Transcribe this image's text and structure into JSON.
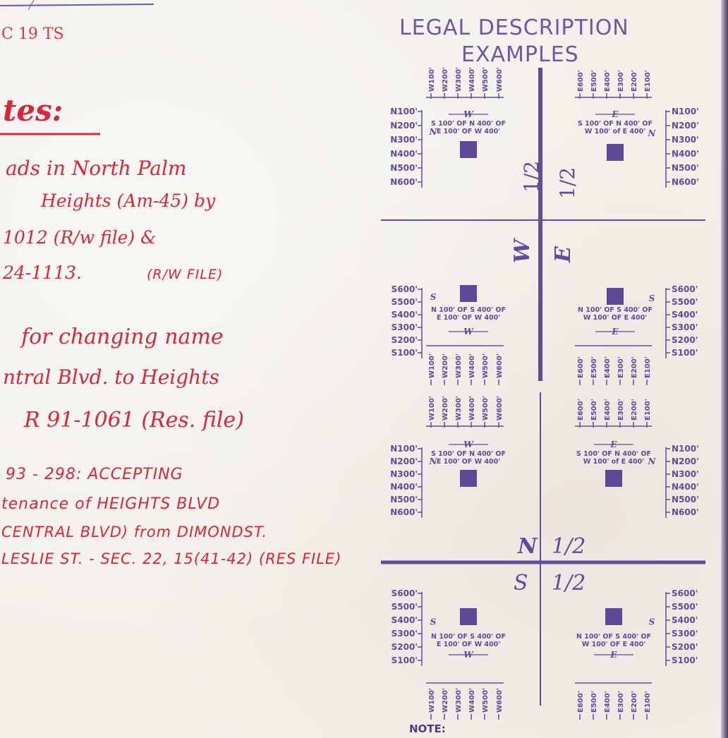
{
  "header": {
    "sec_ref": "C 19 TS"
  },
  "notes": {
    "heading": "tes:",
    "lines": [
      "ads in North Palm",
      "Heights (Am-45) by",
      "1012 (R/w file) &",
      "24-1113.",
      "(R/W FILE)",
      "for changing name",
      "ntral Blvd. to Heights",
      "R 91-1061 (Res. file)",
      "93 - 298: ACCEPTING",
      "tenance of HEIGHTS BLVD",
      "CENTRAL BLVD) from DIMONDST.",
      "LESLIE ST. - SEC. 22, 15(41-42) (RES FILE)"
    ]
  },
  "legend": {
    "title_line1": "LEGAL DESCRIPTION",
    "title_line2": "EXAMPLES",
    "half_labels": {
      "w": "W",
      "e": "E",
      "n": "N",
      "s": "S",
      "half": "1/2"
    },
    "top_west_ticks": [
      "W100'",
      "W200'",
      "W300'",
      "W400'",
      "W500'",
      "W600'"
    ],
    "top_east_ticks": [
      "E600'",
      "E500'",
      "E400'",
      "E300'",
      "E200'",
      "E100'"
    ],
    "north_ticks": [
      "N100'",
      "N200'",
      "N300'",
      "N400'",
      "N500'",
      "N600'"
    ],
    "south_ticks": [
      "S600'",
      "S500'",
      "S400'",
      "S300'",
      "S200'",
      "S100'"
    ],
    "direction_marks": {
      "w": "W",
      "e": "E",
      "n": "N",
      "s": "S"
    },
    "quadrant_text": {
      "nw1": "S 100' OF N 400' OF",
      "nw2": "E 100' OF W 400'",
      "ne1": "S 100' OF N 400' OF",
      "ne2": "W 100' of E 400'",
      "sw1": "N 100' OF S 400' OF",
      "sw2": "E 100' OF W 400'",
      "se1": "N 100' OF S 400' OF",
      "se2": "W 100' OF E 400'"
    },
    "note_label": "NOTE:"
  },
  "colors": {
    "ink_red": "#d9263a",
    "print_purple": "#5e4c9c",
    "paper": "#f3f0ea"
  }
}
